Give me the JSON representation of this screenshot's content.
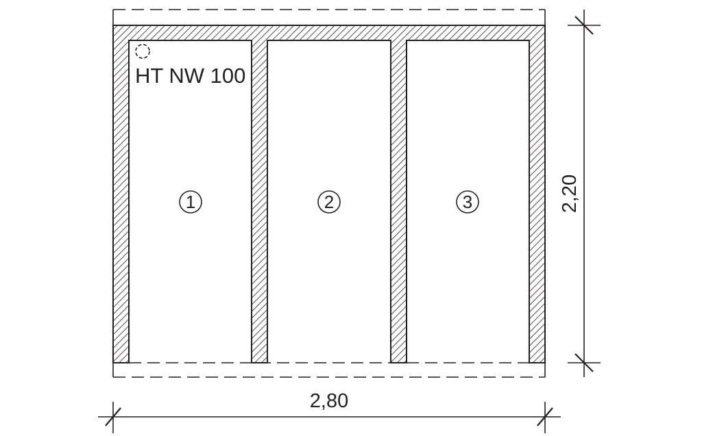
{
  "diagram": {
    "pipe_label": "HT NW 100",
    "width_dimension": "2,80",
    "height_dimension": "2,20",
    "compartments": [
      {
        "number": "1"
      },
      {
        "number": "2"
      },
      {
        "number": "3"
      }
    ],
    "colors": {
      "line": "#231f20",
      "hatch": "#231f20",
      "background": "#ffffff"
    }
  }
}
